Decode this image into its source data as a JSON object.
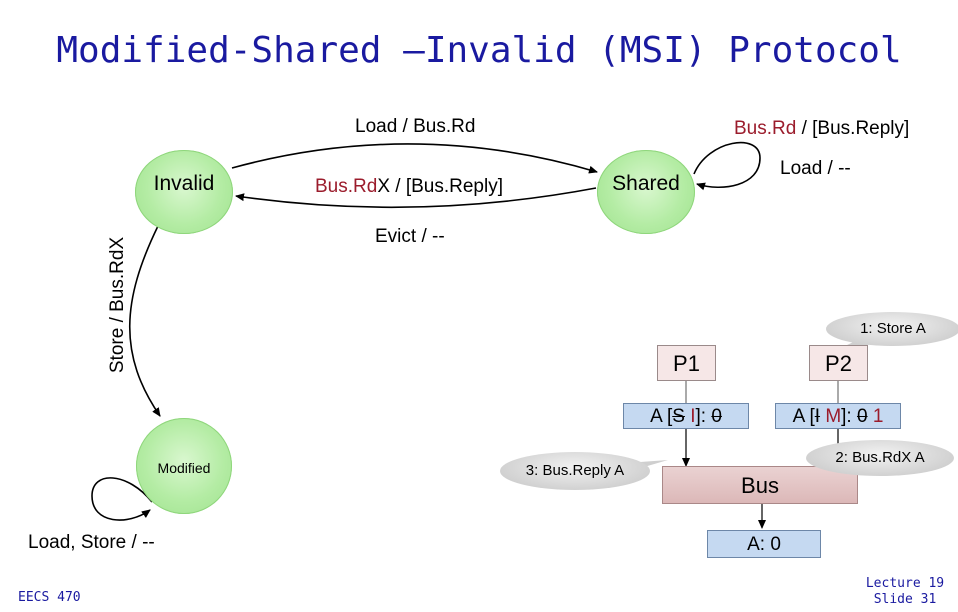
{
  "title": "Modified-Shared –Invalid (MSI) Protocol",
  "states": {
    "invalid": "Invalid",
    "shared": "Shared",
    "modified": "Modified"
  },
  "transitions": {
    "invalid_to_shared": "Load / Bus.Rd",
    "shared_to_invalid": "Bus.Rd",
    "shared_to_invalid_rest": "X / [Bus.Reply]",
    "evict": "Evict / --",
    "store_busrdx": "Store / Bus.RdX",
    "shared_self_prefix": "Bus.Rd",
    "shared_self_rest": " / [Bus.Reply]",
    "shared_self_load": "Load / --",
    "modified_self": "Load, Store / --"
  },
  "system": {
    "p1": "P1",
    "p2": "P2",
    "p1_cache": {
      "prefix": "A [",
      "old_state": "S",
      "new_state": "I",
      "suffix": "]: ",
      "value": "0"
    },
    "p2_cache": {
      "prefix": "A [",
      "old_state": "I",
      "new_state": "M",
      "suffix": "]: ",
      "old_value": "0",
      "new_value": "1"
    },
    "bus": "Bus",
    "memory": "A: 0"
  },
  "callouts": {
    "step1": "1: Store A",
    "step2": "2: Bus.RdX A",
    "step3": "3: Bus.Reply A"
  },
  "footer": {
    "course": "EECS 470",
    "lecture": "Lecture 19",
    "slide": "Slide 31"
  }
}
